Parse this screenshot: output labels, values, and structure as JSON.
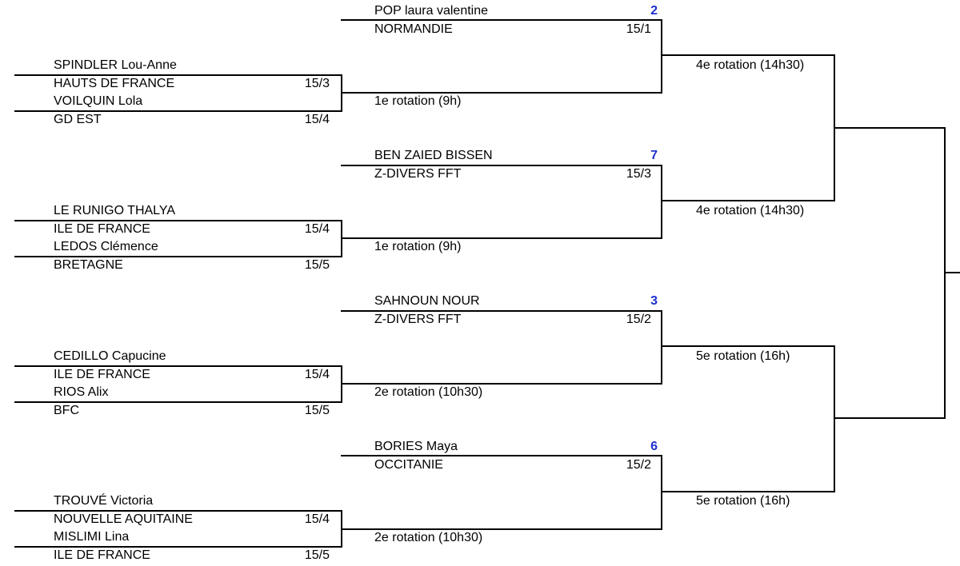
{
  "colors": {
    "seed": "#1f2fcf",
    "line": "#000000",
    "background": "#ffffff"
  },
  "first_round": [
    {
      "p1": {
        "name": "SPINDLER Lou-Anne",
        "league": "HAUTS DE FRANCE",
        "rank": "15/3"
      },
      "p2": {
        "name": "VOILQUIN Lola",
        "league": "GD EST",
        "rank": "15/4"
      },
      "rotation": "1e rotation (9h)"
    },
    {
      "p1": {
        "name": "LE RUNIGO THALYA",
        "league": "ILE DE FRANCE",
        "rank": "15/4"
      },
      "p2": {
        "name": "LEDOS Clémence",
        "league": "BRETAGNE",
        "rank": "15/5"
      },
      "rotation": "1e rotation (9h)"
    },
    {
      "p1": {
        "name": "CEDILLO Capucine",
        "league": "ILE DE FRANCE",
        "rank": "15/4"
      },
      "p2": {
        "name": "RIOS Alix",
        "league": "BFC",
        "rank": "15/5"
      },
      "rotation": "2e rotation (10h30)"
    },
    {
      "p1": {
        "name": "TROUVÉ Victoria",
        "league": "NOUVELLE AQUITAINE",
        "rank": "15/4"
      },
      "p2": {
        "name": "MISLIMI Lina",
        "league": "ILE DE FRANCE",
        "rank": "15/5"
      },
      "rotation": "2e rotation (10h30)"
    }
  ],
  "seeds": [
    {
      "name": "POP laura valentine",
      "league": "NORMANDIE",
      "rank": "15/1",
      "seed": "2"
    },
    {
      "name": "BEN ZAIED BISSEN",
      "league": "Z-DIVERS FFT",
      "rank": "15/3",
      "seed": "7"
    },
    {
      "name": "SAHNOUN NOUR",
      "league": "Z-DIVERS FFT",
      "rank": "15/2",
      "seed": "3"
    },
    {
      "name": "BORIES Maya",
      "league": "OCCITANIE",
      "rank": "15/2",
      "seed": "6"
    }
  ],
  "second_round": [
    {
      "rotation": "4e rotation (14h30)"
    },
    {
      "rotation": "4e rotation (14h30)"
    },
    {
      "rotation": "5e rotation (16h)"
    },
    {
      "rotation": "5e rotation (16h)"
    }
  ]
}
